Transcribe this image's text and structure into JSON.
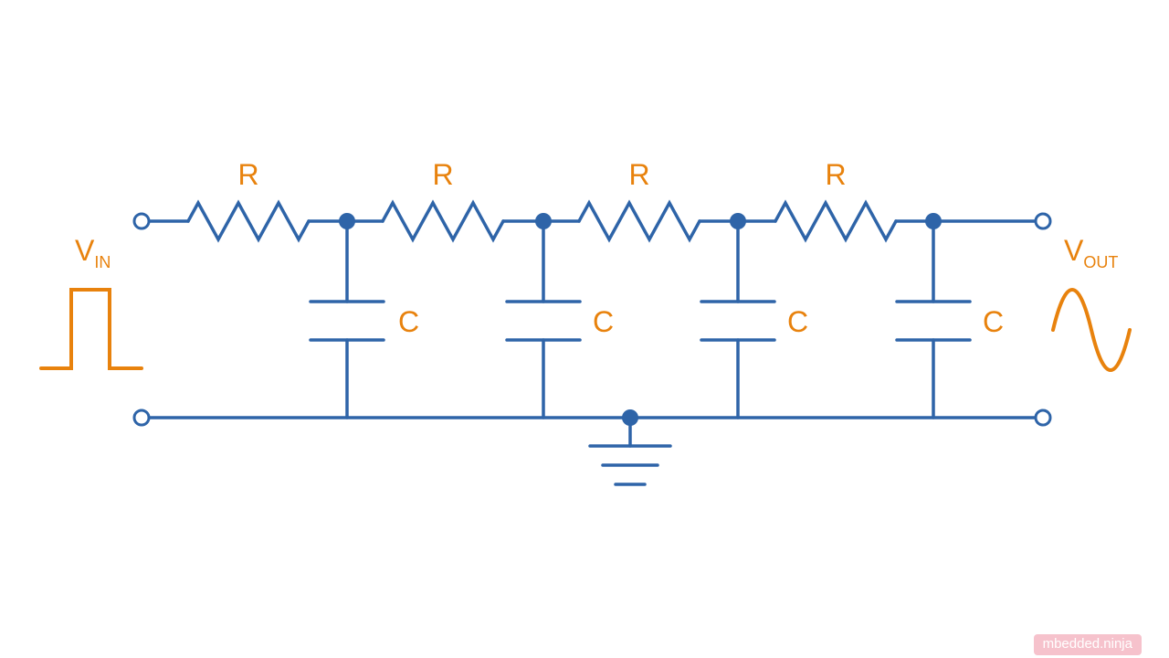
{
  "labels": {
    "resistors": [
      "R",
      "R",
      "R",
      "R"
    ],
    "capacitors": [
      "C",
      "C",
      "C",
      "C"
    ],
    "v_in": {
      "main": "V",
      "sub": "IN"
    },
    "v_out": {
      "main": "V",
      "sub": "OUT"
    }
  },
  "watermark": {
    "text": "mbedded.ninja"
  },
  "colors": {
    "circuit_blue": "#2E64A8",
    "label_orange": "#E8820D",
    "watermark_bg": "#F5B8C4",
    "watermark_text": "#FFFFFF"
  }
}
